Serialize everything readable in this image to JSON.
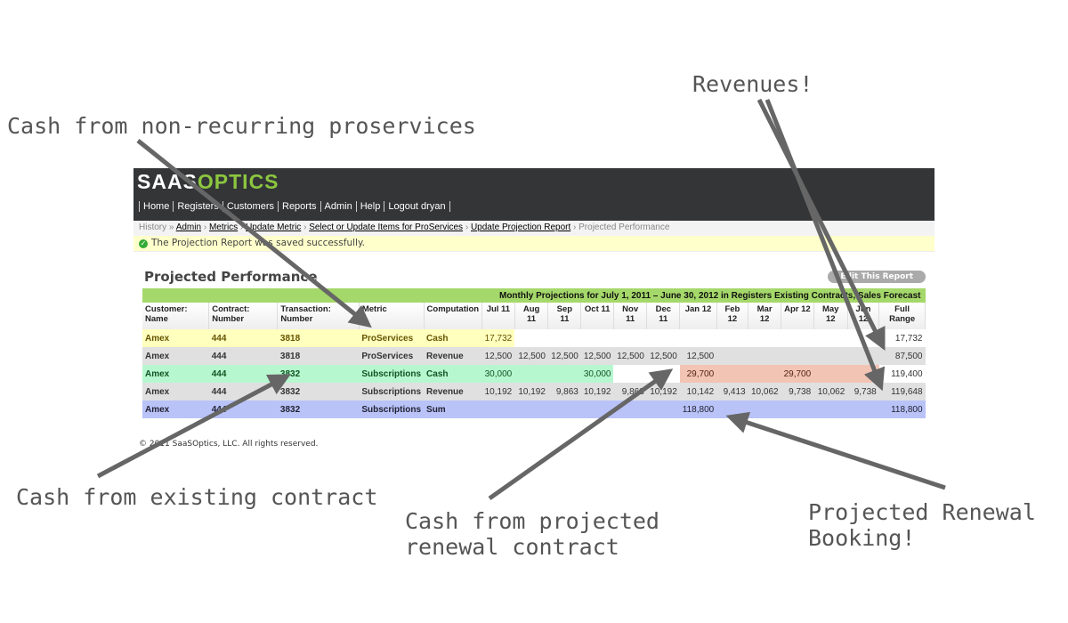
{
  "logo": {
    "a": "SAAS",
    "b": "OPTICS"
  },
  "nav": [
    "Home",
    "Registers",
    "Customers",
    "Reports",
    "Admin",
    "Help",
    "Logout dryan"
  ],
  "crumb": {
    "history": "History »",
    "links": [
      "Admin",
      "Metrics",
      "Update Metric",
      "Select or Update Items for ProServices",
      "Update Projection Report"
    ],
    "current": "Projected Performance"
  },
  "message": "The Projection Report was saved successfully.",
  "title": "Projected Performance",
  "edit_button": "Edit This Report",
  "caption": "Monthly Projections for July 1, 2011 – June 30, 2012 in Registers Existing Contracts, Sales Forecast",
  "headers": [
    "Customer: Name",
    "Contract: Number",
    "Transaction: Number",
    "Metric",
    "Computation",
    "Jul 11",
    "Aug 11",
    "Sep 11",
    "Oct 11",
    "Nov 11",
    "Dec 11",
    "Jan 12",
    "Feb 12",
    "Mar 12",
    "Apr 12",
    "May 12",
    "Jun 12",
    "Full Range"
  ],
  "rows": [
    {
      "style": "yellow",
      "cells": [
        "Amex",
        "444",
        "3818",
        "ProServices",
        "Cash",
        "17,732",
        "",
        "",
        "",
        "",
        "",
        "",
        "",
        "",
        "",
        "",
        "",
        "17,732"
      ]
    },
    {
      "style": "grey",
      "cells": [
        "Amex",
        "444",
        "3818",
        "ProServices",
        "Revenue",
        "12,500",
        "12,500",
        "12,500",
        "12,500",
        "12,500",
        "12,500",
        "12,500",
        "",
        "",
        "",
        "",
        "",
        "87,500"
      ]
    },
    {
      "style": "green",
      "cells": [
        "Amex",
        "444",
        "3832",
        "Subscriptions",
        "Cash",
        "30,000",
        "",
        "",
        "30,000",
        "",
        "",
        "29,700",
        "",
        "",
        "29,700",
        "",
        "",
        "119,400"
      ]
    },
    {
      "style": "grey",
      "cells": [
        "Amex",
        "444",
        "3832",
        "Subscriptions",
        "Revenue",
        "10,192",
        "10,192",
        "9,863",
        "10,192",
        "9,863",
        "10,192",
        "10,142",
        "9,413",
        "10,062",
        "9,738",
        "10,062",
        "9,738",
        "119,648"
      ]
    },
    {
      "style": "blue",
      "cells": [
        "Amex",
        "444",
        "3832",
        "Subscriptions",
        "Sum",
        "",
        "",
        "",
        "",
        "",
        "",
        "118,800",
        "",
        "",
        "",
        "",
        "",
        "118,800"
      ]
    }
  ],
  "footer": "© 2011 SaaSOptics, LLC. All rights reserved.",
  "annotations": {
    "proservices": "Cash from non-recurring proservices",
    "revenues": "Revenues!",
    "existing": "Cash from existing contract",
    "renewal": "Cash from projected renewal contract",
    "booking": "Projected Renewal Booking!"
  }
}
